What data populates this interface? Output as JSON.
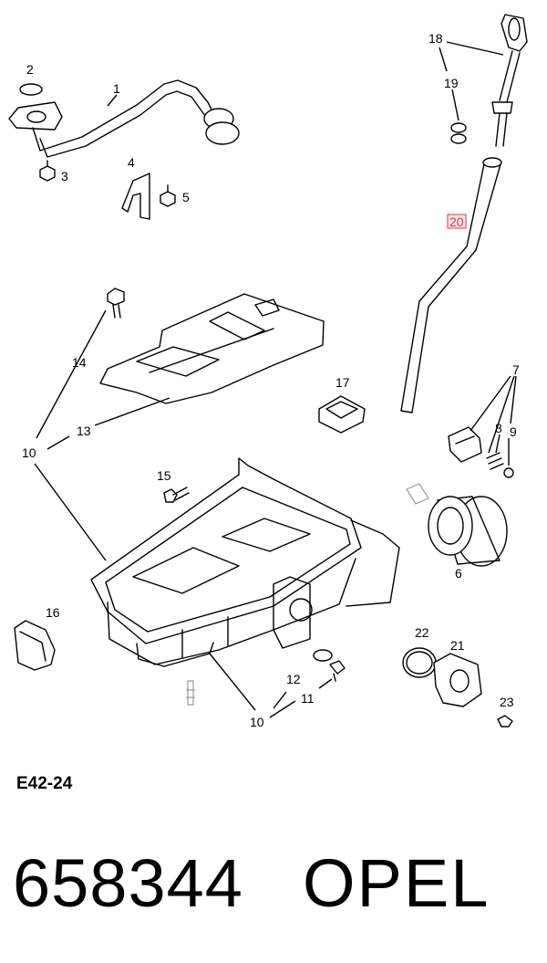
{
  "callouts": [
    "1",
    "2",
    "3",
    "4",
    "5",
    "6",
    "7",
    "8",
    "9",
    "10",
    "10",
    "10",
    "11",
    "12",
    "13",
    "14",
    "15",
    "16",
    "17",
    "18",
    "19",
    "20",
    "21",
    "22",
    "23"
  ],
  "highlighted_callout": "20",
  "highlight_color": "#e0303a",
  "diagram_code": "E42-24",
  "part_number": "658344",
  "brand": "OPEL"
}
